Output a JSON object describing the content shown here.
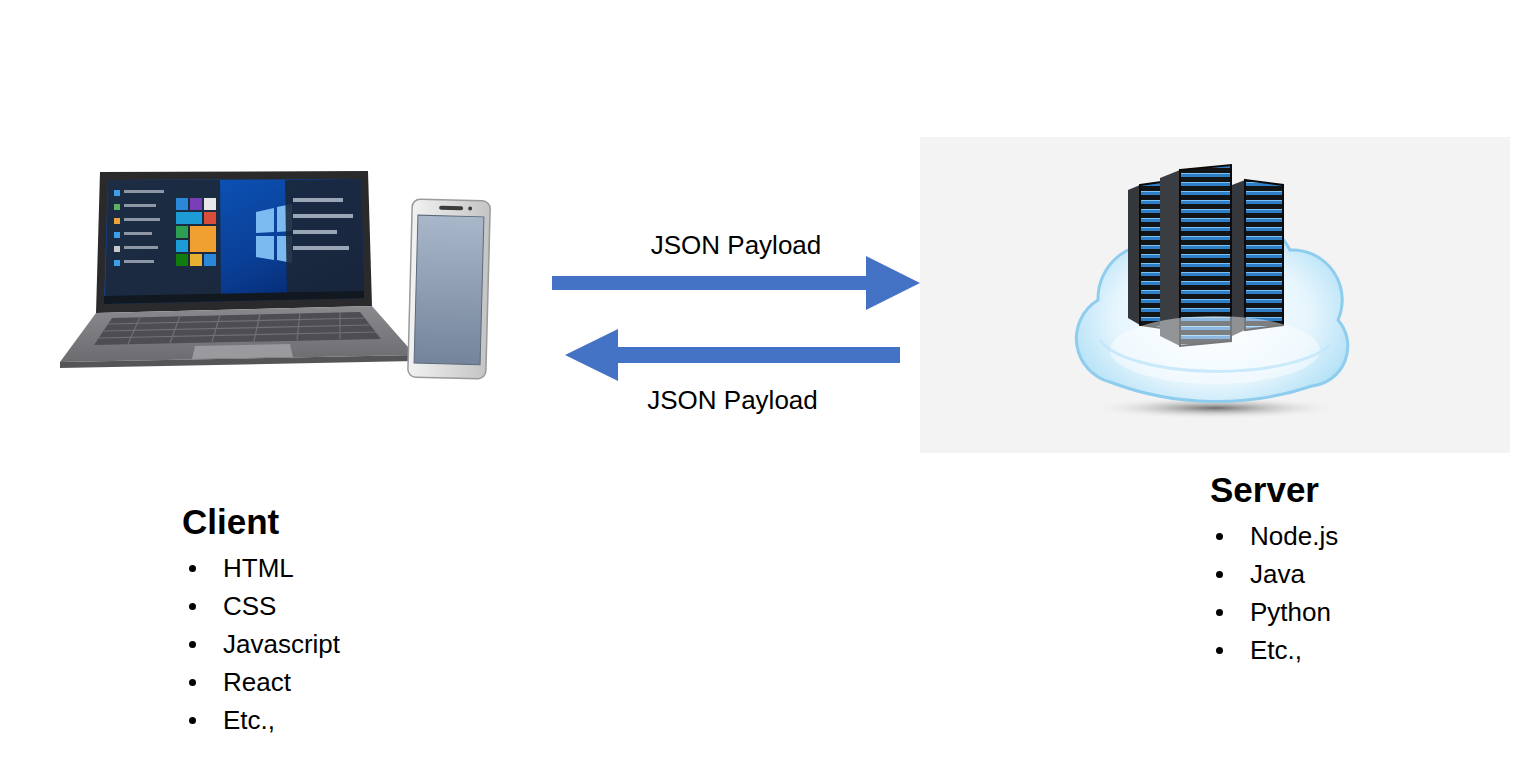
{
  "diagram": {
    "nodes": [
      {
        "text": [
          "Client",
          "HTML",
          "CSS",
          "Javascript",
          "React",
          "Etc.,"
        ]
      },
      {
        "text": [
          "Server",
          "Node.js",
          "Java",
          "Python",
          "Etc.,"
        ]
      }
    ],
    "edges": [
      {
        "from": 0,
        "to": 1,
        "label": "JSON Payload",
        "arrow": "to"
      },
      {
        "from": 1,
        "to": 0,
        "label": "JSON Payload",
        "arrow": "to"
      }
    ]
  }
}
